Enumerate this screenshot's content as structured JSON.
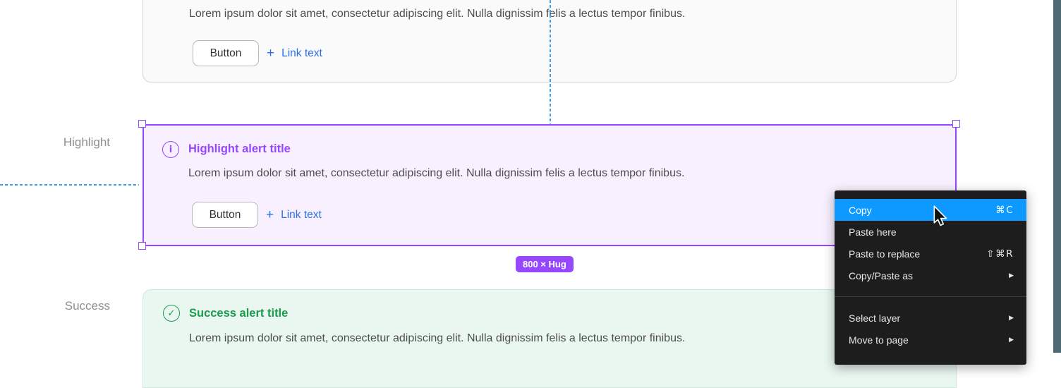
{
  "canvas_labels": {
    "highlight": "Highlight",
    "success": "Success"
  },
  "alerts": {
    "neutral": {
      "body": "Lorem ipsum dolor sit amet, consectetur adipiscing elit. Nulla dignissim felis a lectus tempor finibus.",
      "button_label": "Button",
      "link_label": "Link text"
    },
    "highlight": {
      "title": "Highlight alert title",
      "body": "Lorem ipsum dolor sit amet, consectetur adipiscing elit. Nulla dignissim felis a lectus tempor finibus.",
      "button_label": "Button",
      "link_label": "Link text"
    },
    "success": {
      "title": "Success alert title",
      "body": "Lorem ipsum dolor sit amet, consectetur adipiscing elit. Nulla dignissim felis a lectus tempor finibus."
    }
  },
  "selection": {
    "size_badge": "800 × Hug"
  },
  "context_menu": {
    "items": [
      {
        "label": "Copy",
        "shortcut": "⌘C",
        "highlighted": true
      },
      {
        "label": "Paste here",
        "shortcut": ""
      },
      {
        "label": "Paste to replace",
        "shortcut": "⇧⌘R"
      },
      {
        "label": "Copy/Paste as",
        "submenu": true
      },
      {
        "label": "Select layer",
        "submenu": true
      },
      {
        "label": "Move to page",
        "submenu": true
      }
    ]
  },
  "icons": {
    "info": "i",
    "check": "✓",
    "plus": "+",
    "submenu_arrow": "▶"
  },
  "colors": {
    "accent_purple": "#9747ff",
    "menu_highlight_blue": "#0d99ff",
    "link_blue": "#2b6fe8",
    "success_green": "#1b9b4c",
    "guide_blue": "#3b9ef2",
    "menu_background": "#1d1d1d",
    "edge_bar_teal": "#4d6a75"
  }
}
